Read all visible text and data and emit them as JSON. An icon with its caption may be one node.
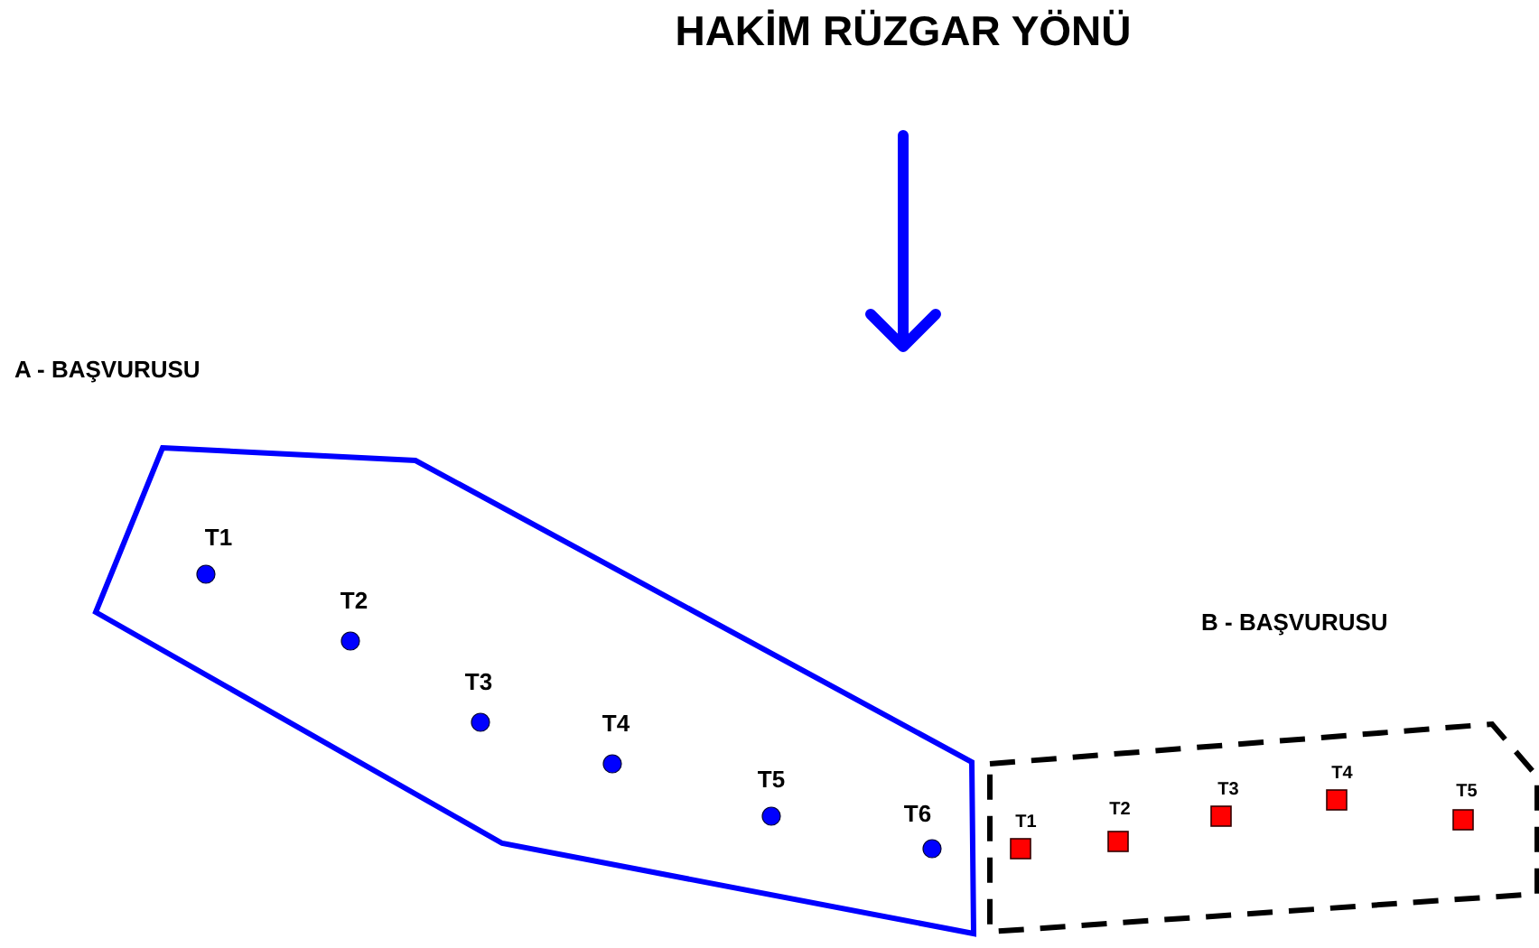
{
  "diagram": {
    "title": "HAKİM RÜZGAR YÖNÜ",
    "nodes": [
      {
        "text": [
          "A - BAŞVURUSU"
        ]
      },
      {
        "text": [],
        "shape": "circle",
        "beside": [
          "T1"
        ],
        "in": 0
      },
      {
        "text": [],
        "shape": "circle",
        "beside": [
          "T2"
        ],
        "in": 0
      },
      {
        "text": [],
        "shape": "circle",
        "beside": [
          "T3"
        ],
        "in": 0
      },
      {
        "text": [],
        "shape": "circle",
        "beside": [
          "T4"
        ],
        "in": 0
      },
      {
        "text": [],
        "shape": "circle",
        "beside": [
          "T5"
        ],
        "in": 0
      },
      {
        "text": [],
        "shape": "circle",
        "beside": [
          "T6"
        ],
        "in": 0
      },
      {
        "text": [
          "B - BAŞVURUSU"
        ]
      },
      {
        "text": [],
        "shape": "box",
        "beside": [
          "T1"
        ],
        "in": 7
      },
      {
        "text": [],
        "shape": "box",
        "beside": [
          "T2"
        ],
        "in": 7
      },
      {
        "text": [],
        "shape": "box",
        "beside": [
          "T3"
        ],
        "in": 7
      },
      {
        "text": [],
        "shape": "box",
        "beside": [
          "T4"
        ],
        "in": 7
      },
      {
        "text": [],
        "shape": "box",
        "beside": [
          "T5"
        ],
        "in": 7
      }
    ],
    "edges": []
  }
}
